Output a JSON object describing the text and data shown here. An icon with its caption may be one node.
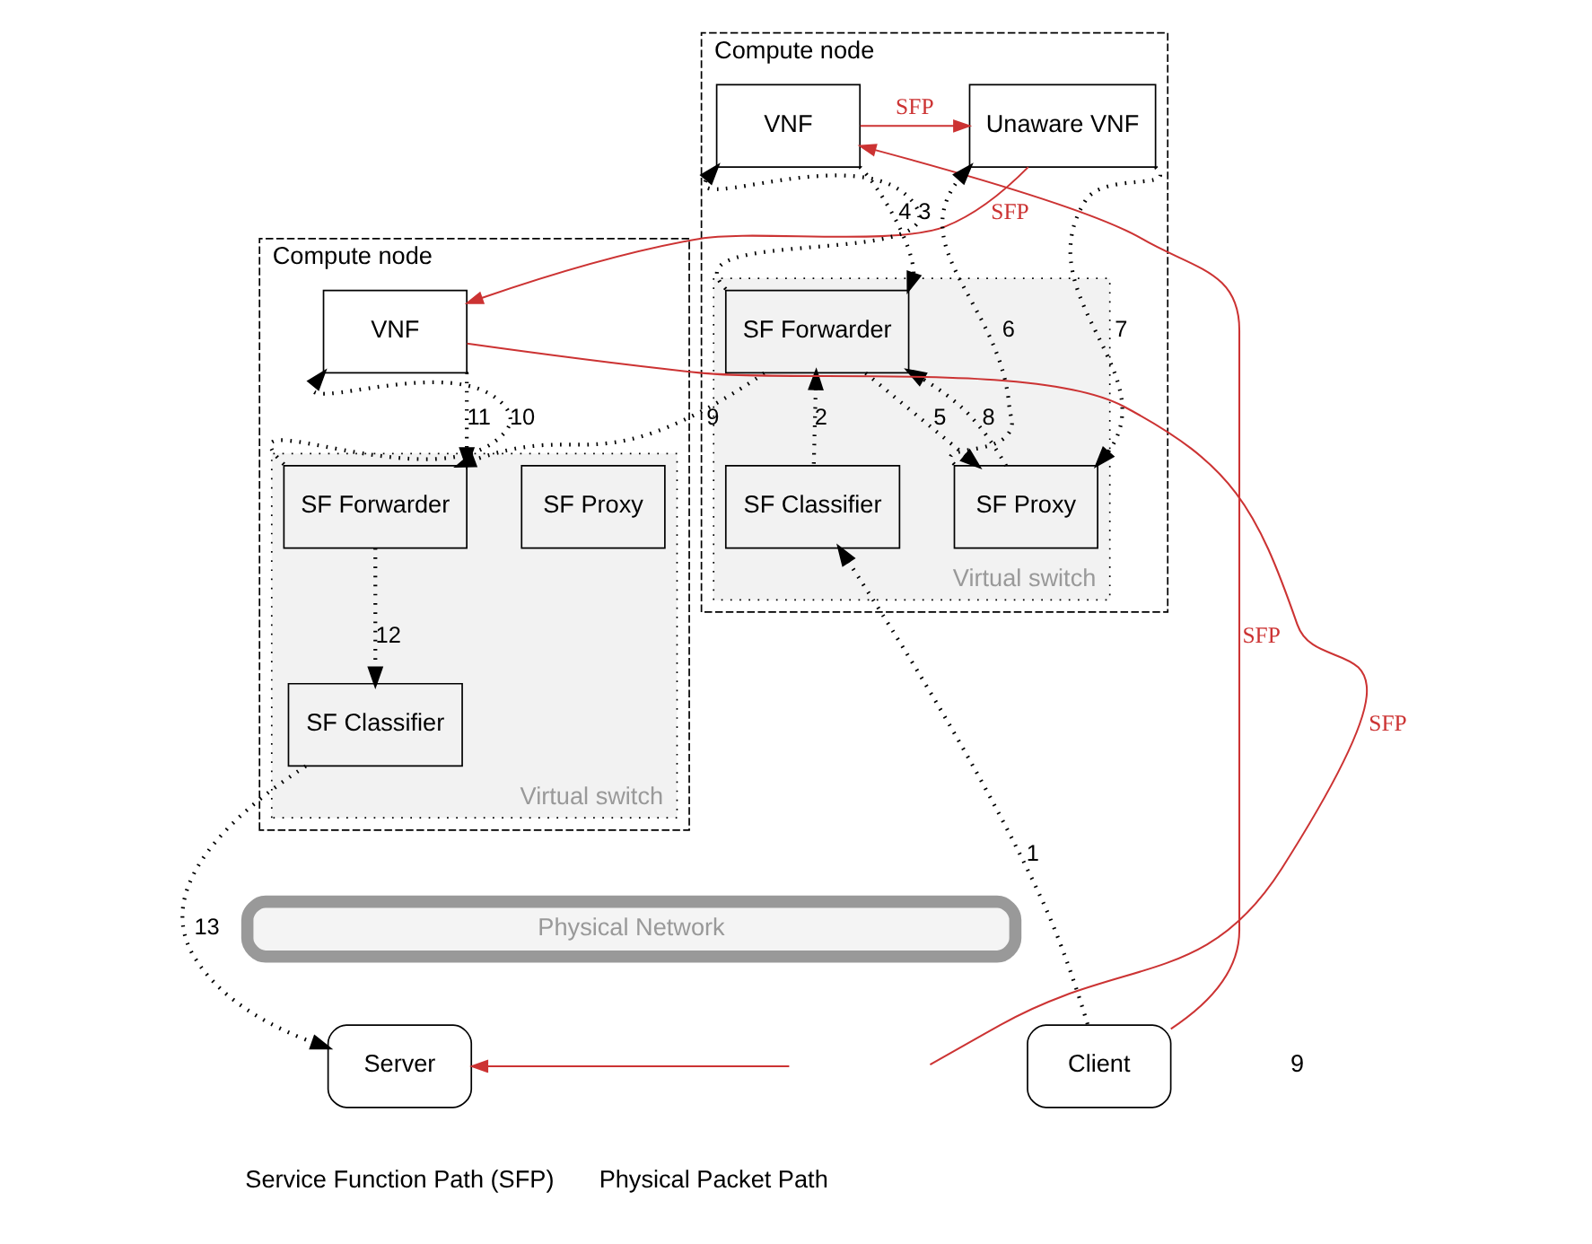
{
  "diagram": {
    "nodes": [
      {
        "text": [
          "Compute node"
        ]
      },
      {
        "text": [
          "VNF"
        ],
        "in": 0
      },
      {
        "text": [
          "Unaware VNF"
        ],
        "in": 0
      },
      {
        "text": [
          "Virtual switch"
        ],
        "in": 0
      },
      {
        "text": [
          "SF Forwarder"
        ],
        "in": 3
      },
      {
        "text": [
          "SF Proxy"
        ],
        "in": 3
      },
      {
        "text": [
          "SF Classifier"
        ],
        "in": 3
      },
      {
        "text": [
          "Compute node"
        ]
      },
      {
        "text": [
          "VNF"
        ],
        "in": 7
      },
      {
        "text": [
          "Virtual switch"
        ],
        "in": 7
      },
      {
        "text": [
          "SF Proxy"
        ],
        "in": 9
      },
      {
        "text": [
          "SF Forwarder"
        ],
        "in": 9
      },
      {
        "text": [
          "SF Classifier"
        ],
        "in": 9
      },
      {
        "text": [
          "Physical Network"
        ]
      },
      {
        "text": [
          "Client"
        ]
      },
      {
        "text": [
          "Server"
        ]
      }
    ],
    "edges": [
      {
        "from": 14,
        "to": 1,
        "arrow": "to",
        "label": "SFP",
        "color": "#cc3333"
      },
      {
        "from": 1,
        "to": 2,
        "arrow": "to",
        "label": "SFP",
        "color": "#cc3333"
      },
      {
        "from": 2,
        "to": 8,
        "arrow": "to",
        "label": "SFP",
        "color": "#cc3333"
      },
      {
        "from": 8,
        "to": null,
        "arrow": "none",
        "label": "SFP",
        "color": "#cc3333"
      },
      {
        "from": null,
        "to": 15,
        "arrow": "to",
        "color": "#cc3333"
      },
      {
        "from": 14,
        "to": 6,
        "arrow": "to",
        "label": "1",
        "style": "dashed"
      },
      {
        "from": 6,
        "to": 4,
        "arrow": "to",
        "label": "2",
        "style": "dashed"
      },
      {
        "from": 4,
        "to": 1,
        "arrow": "to",
        "label": "3",
        "style": "dashed"
      },
      {
        "from": 1,
        "to": 4,
        "arrow": "to",
        "label": "4",
        "style": "dashed"
      },
      {
        "from": 4,
        "to": 5,
        "arrow": "to",
        "label": "5",
        "style": "dashed"
      },
      {
        "from": 5,
        "to": 2,
        "arrow": "to",
        "label": "6",
        "style": "dashed"
      },
      {
        "from": 2,
        "to": 5,
        "arrow": "to",
        "label": "7",
        "style": "dashed"
      },
      {
        "from": 5,
        "to": 4,
        "arrow": "to",
        "label": "8",
        "style": "dashed"
      },
      {
        "from": 4,
        "to": 11,
        "arrow": "to",
        "label": "9",
        "style": "dashed"
      },
      {
        "from": 11,
        "to": 8,
        "arrow": "to",
        "label": "10",
        "style": "dashed"
      },
      {
        "from": 8,
        "to": 11,
        "arrow": "to",
        "label": "11",
        "style": "dashed"
      },
      {
        "from": 11,
        "to": 12,
        "arrow": "to",
        "label": "12",
        "style": "dashed"
      },
      {
        "from": 12,
        "to": 15,
        "arrow": "to",
        "label": "13",
        "style": "dashed"
      }
    ],
    "labels": [
      "9"
    ],
    "legend": [
      {
        "text": "Service Function Path (SFP)"
      },
      {
        "text": "Physical Packet Path"
      }
    ]
  }
}
